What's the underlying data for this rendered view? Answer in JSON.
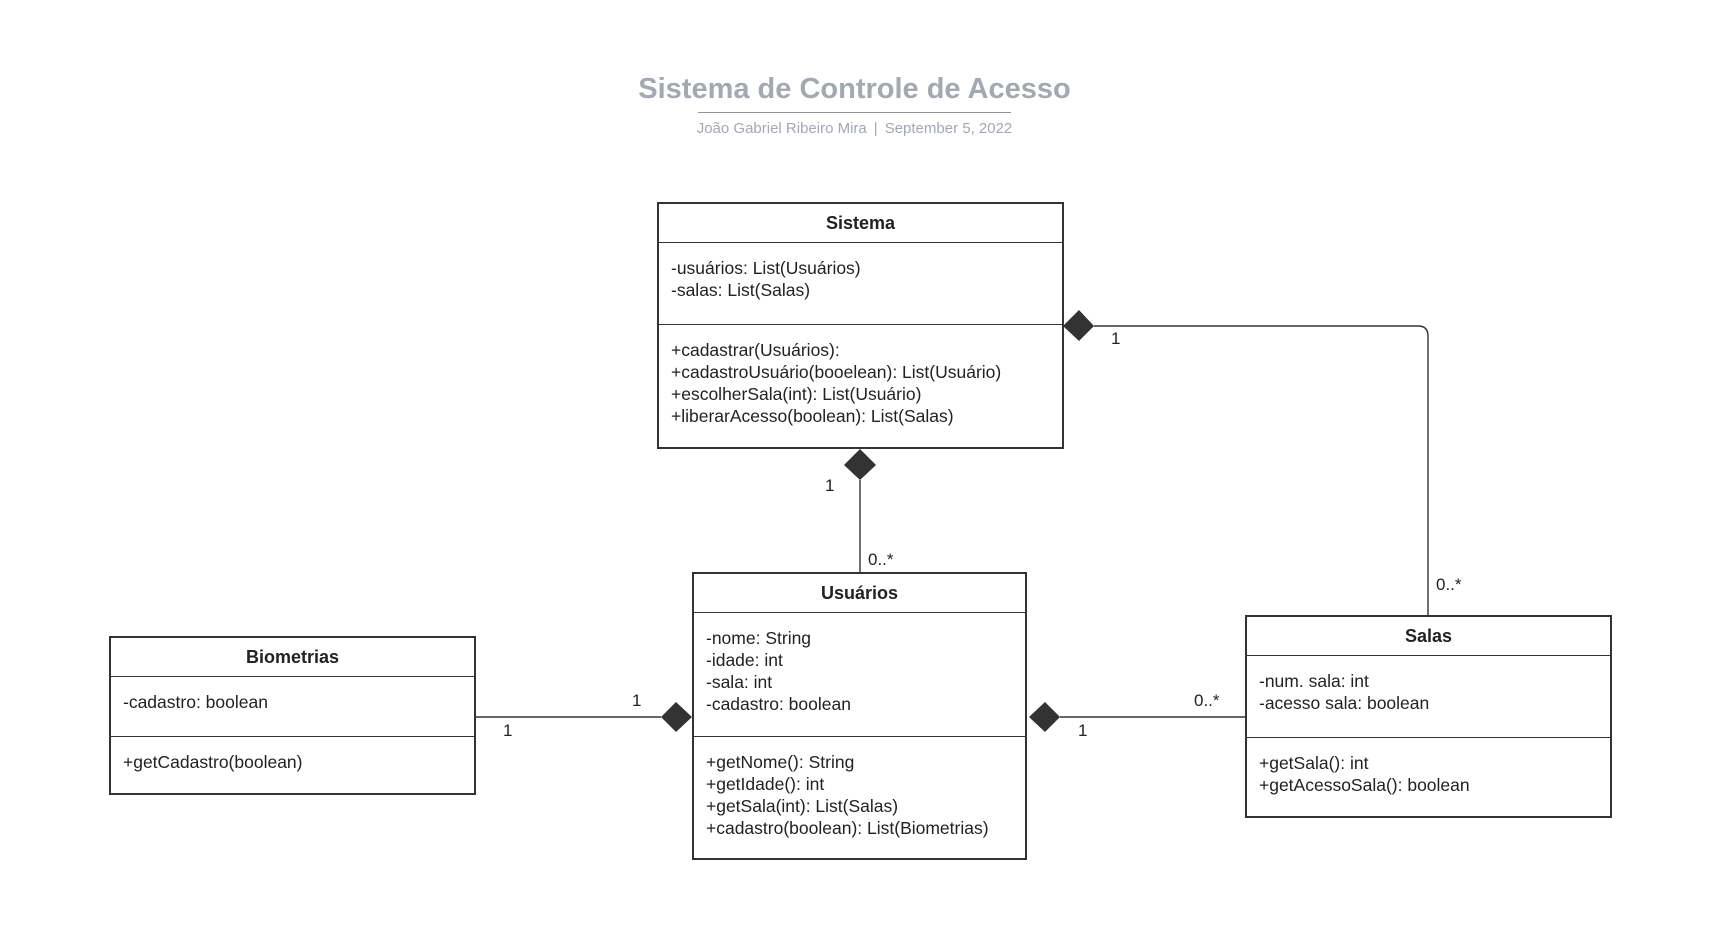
{
  "header": {
    "title": "Sistema de Controle de Acesso",
    "author": "João Gabriel Ribeiro Mira",
    "separator": "|",
    "date": "September 5, 2022"
  },
  "classes": {
    "sistema": {
      "name": "Sistema",
      "attributes": [
        "-usuários: List(Usuários)",
        "-salas: List(Salas)"
      ],
      "methods": [
        "+cadastrar(Usuários):",
        "+cadastroUsuário(booelean): List(Usuário)",
        "+escolherSala(int): List(Usuário)",
        "+liberarAcesso(boolean): List(Salas)"
      ]
    },
    "usuarios": {
      "name": "Usuários",
      "attributes": [
        "-nome: String",
        "-idade: int",
        "-sala: int",
        "-cadastro: boolean"
      ],
      "methods": [
        "+getNome(): String",
        "+getIdade(): int",
        "+getSala(int): List(Salas)",
        "+cadastro(boolean): List(Biometrias)"
      ]
    },
    "biometrias": {
      "name": "Biometrias",
      "attributes": [
        "-cadastro: boolean"
      ],
      "methods": [
        "+getCadastro(boolean)"
      ]
    },
    "salas": {
      "name": "Salas",
      "attributes": [
        "-num. sala: int",
        "-acesso sala: boolean"
      ],
      "methods": [
        "+getSala(): int",
        "+getAcessoSala(): boolean"
      ]
    }
  },
  "relationships": [
    {
      "type": "composition",
      "from": "Sistema",
      "to": "Usuários",
      "whole_multiplicity": "1",
      "part_multiplicity": "0..*"
    },
    {
      "type": "composition",
      "from": "Sistema",
      "to": "Salas",
      "whole_multiplicity": "1",
      "part_multiplicity": "0..*"
    },
    {
      "type": "composition",
      "from": "Usuários",
      "to": "Biometrias",
      "whole_multiplicity": "1",
      "part_multiplicity": "1"
    },
    {
      "type": "composition",
      "from": "Usuários",
      "to": "Salas",
      "whole_multiplicity": "1",
      "part_multiplicity": "0..*"
    }
  ],
  "colors": {
    "title": "#a3a8b1",
    "line": "#333333",
    "diamond": "#333333"
  }
}
